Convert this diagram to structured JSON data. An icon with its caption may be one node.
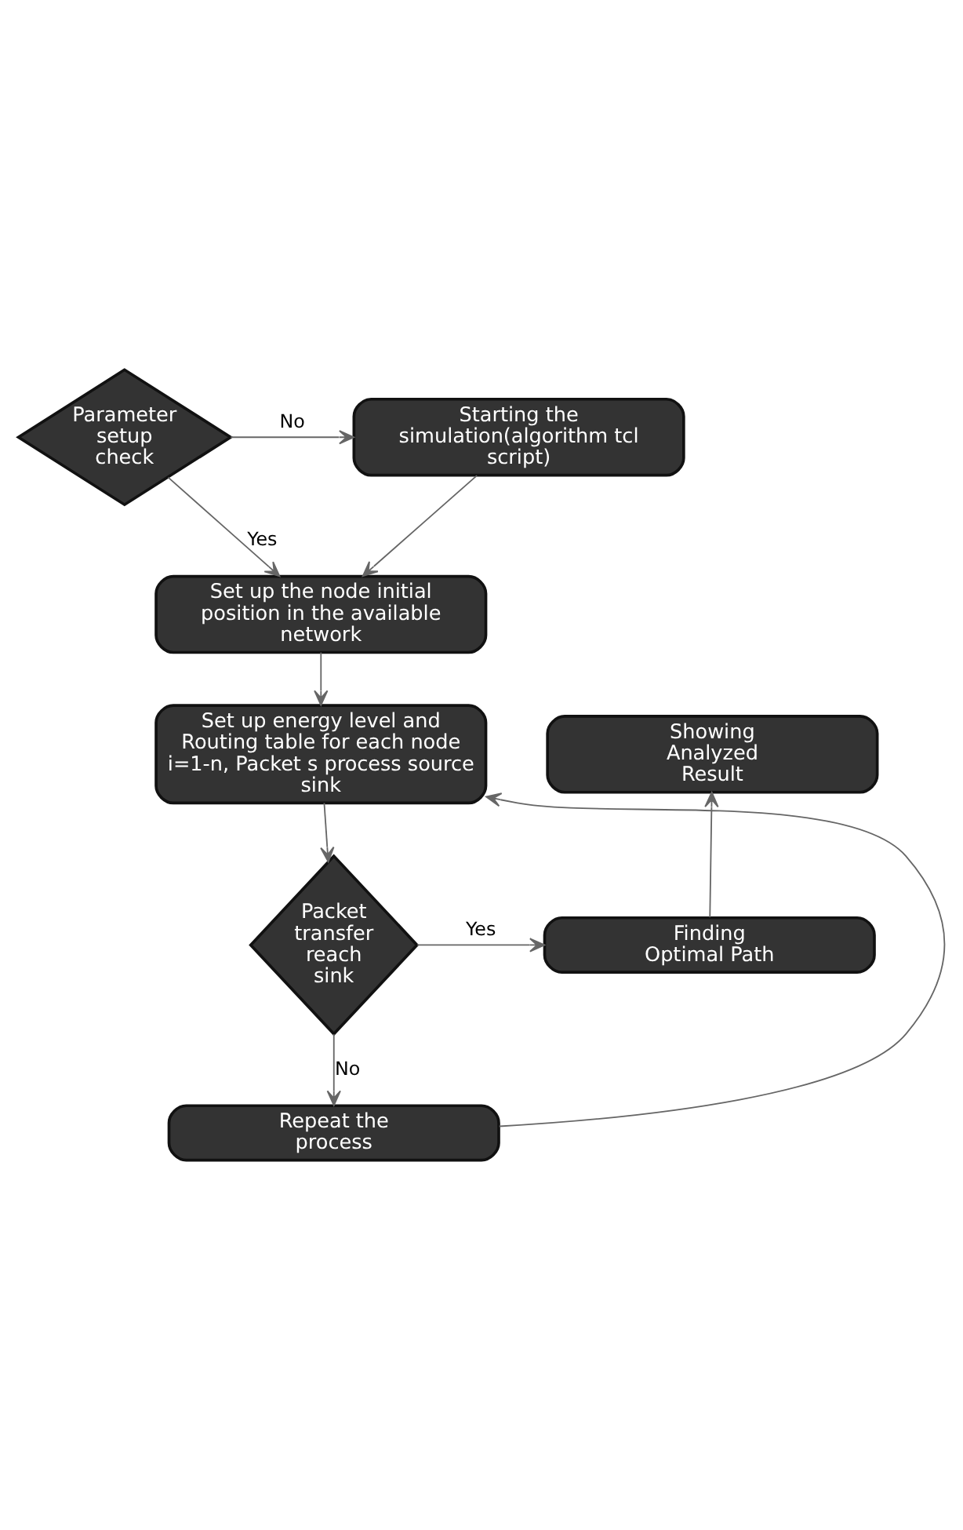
{
  "diagram": {
    "nodes": [
      {
        "text": [
          "Starting the simulation(algorithm tcl script)"
        ]
      },
      {
        "text": [
          "Parameter setup check"
        ]
      },
      {
        "text": [
          "Set up the node initial position in the available network"
        ]
      },
      {
        "text": [
          "Set up energy level and Routing table for each node i=1-n, Packet s process source  sink"
        ]
      },
      {
        "text": [
          "Packet transfer reach sink"
        ]
      },
      {
        "text": [
          "Repeat the process"
        ]
      },
      {
        "text": [
          "Finding Optimal Path"
        ]
      },
      {
        "text": [
          "Showing Analyzed Result"
        ]
      }
    ],
    "edges": [
      {
        "from": 1,
        "to": 0,
        "arrow": "to",
        "label": "No"
      },
      {
        "from": 0,
        "to": 2,
        "arrow": "to"
      },
      {
        "from": 1,
        "to": 2,
        "arrow": "to",
        "label": "Yes"
      },
      {
        "from": 2,
        "to": 3,
        "arrow": "to"
      },
      {
        "from": 3,
        "to": 4,
        "arrow": "to"
      },
      {
        "from": 4,
        "to": 6,
        "arrow": "to",
        "label": "Yes"
      },
      {
        "from": 4,
        "to": 5,
        "arrow": "to",
        "label": "No"
      },
      {
        "from": 5,
        "to": 3,
        "arrow": "to"
      },
      {
        "from": 6,
        "to": 7,
        "arrow": "to"
      }
    ]
  }
}
